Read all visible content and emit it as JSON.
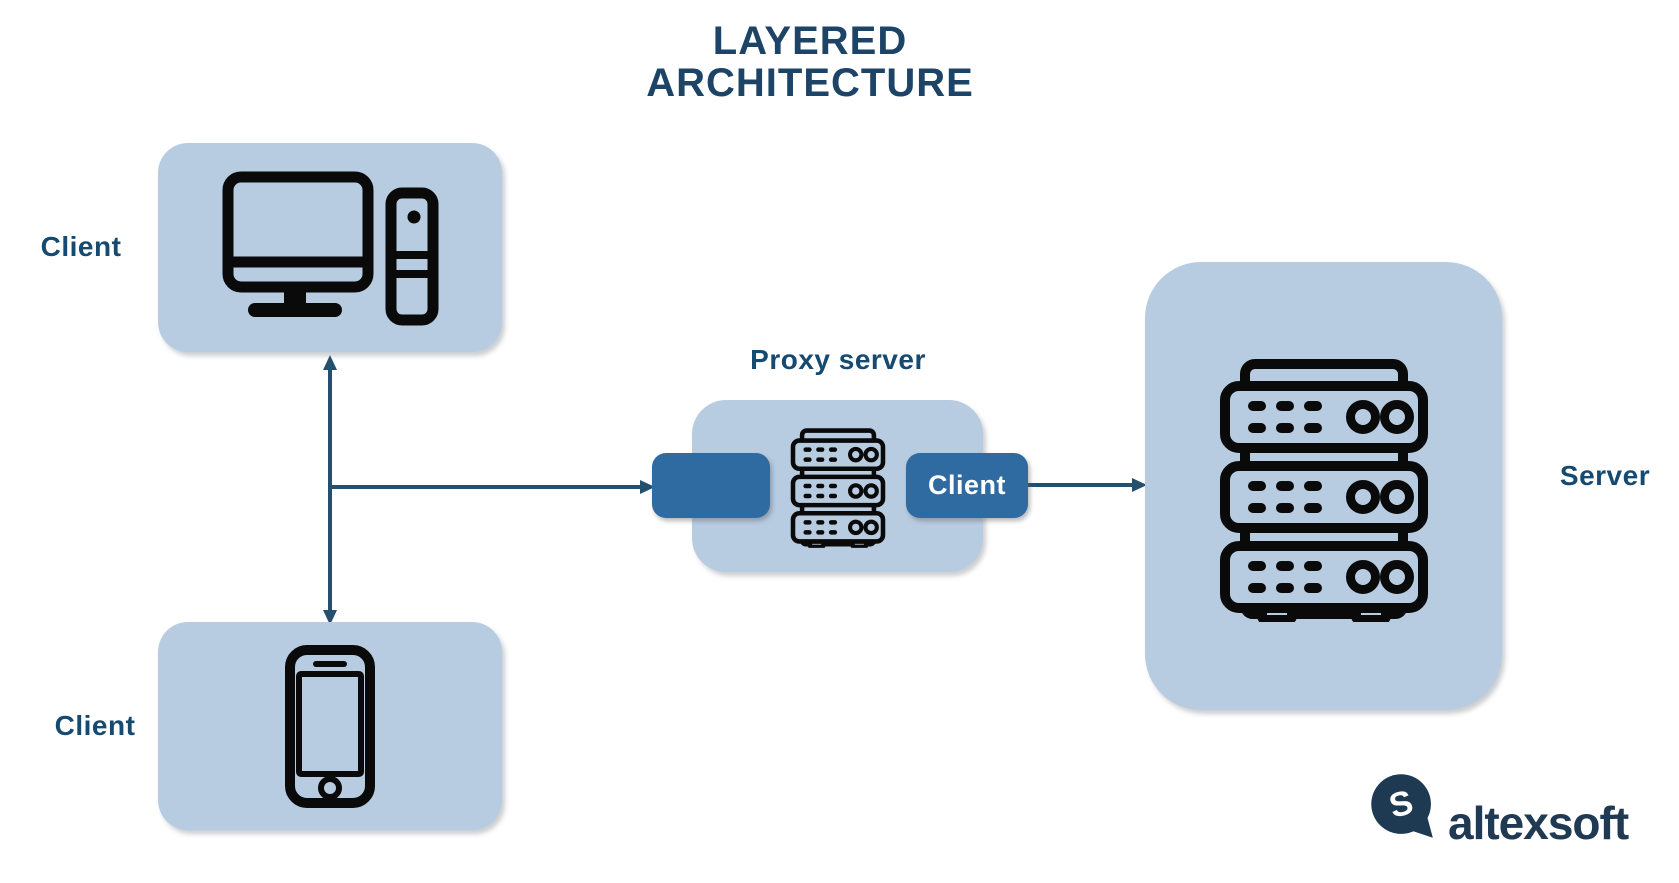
{
  "title": "LAYERED ARCHITECTURE",
  "nodes": {
    "client_top": {
      "label": "Client",
      "icon": "desktop-computer-icon"
    },
    "client_bottom": {
      "label": "Client",
      "icon": "smartphone-icon"
    },
    "proxy": {
      "label": "Proxy server",
      "icon": "server-rack-icon",
      "left_badge_label": "",
      "client_badge_label": "Client"
    },
    "server": {
      "label": "Server",
      "icon": "server-rack-icon"
    }
  },
  "connections": [
    {
      "from": "client_top",
      "to": "client_bottom",
      "style": "double-headed-arrow"
    },
    {
      "from": "clients-trunk",
      "to": "proxy",
      "style": "arrow"
    },
    {
      "from": "proxy",
      "to": "server",
      "style": "arrow"
    }
  ],
  "branding": {
    "wordmark": "altexsoft"
  },
  "colors": {
    "light_box": "#b8cce1",
    "dark_box": "#2f6ba0",
    "arrow": "#24506e",
    "heading_text": "#1d4366",
    "label_text": "#174a70",
    "badge_text": "#ffffff",
    "logo_navy": "#1d3a52",
    "icon_black": "#0a0a0a"
  }
}
